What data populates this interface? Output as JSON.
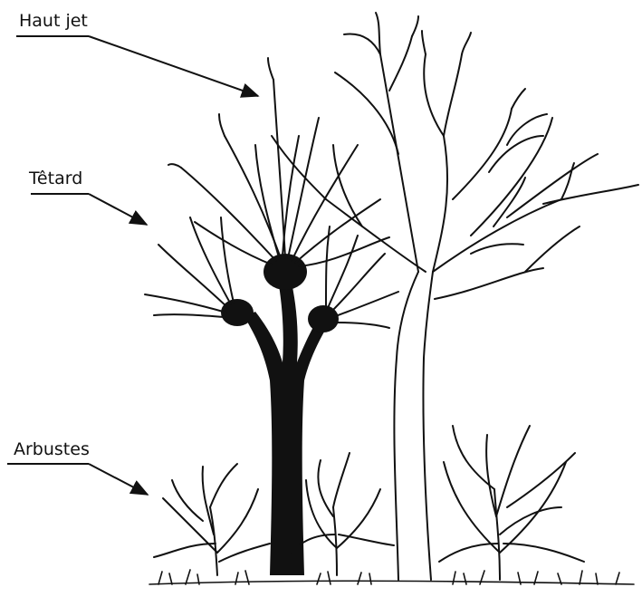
{
  "labels": {
    "haut_jet": "Haut jet",
    "tetard": "Têtard",
    "arbustes": "Arbustes"
  },
  "colors": {
    "ink": "#111111",
    "background": "#ffffff"
  }
}
